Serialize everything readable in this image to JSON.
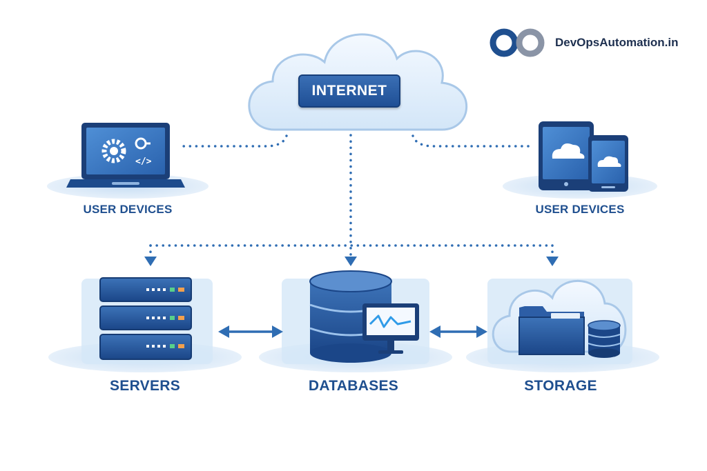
{
  "brand": {
    "name": "DevOpsAutomation.in",
    "logo_icon": "infinity-logo-icon",
    "colors": {
      "primary": "#1f4f8f",
      "secondary": "#8a94a6"
    }
  },
  "cloud": {
    "label": "INTERNET"
  },
  "nodes": {
    "user_devices_left": {
      "label": "USER DEVICES",
      "icon": "laptop-icon"
    },
    "user_devices_right": {
      "label": "USER DEVICES",
      "icon": "tablet-phone-icon"
    },
    "servers": {
      "label": "SERVERS",
      "icon": "server-rack-icon"
    },
    "databases": {
      "label": "DATABASES",
      "icon": "database-monitor-icon"
    },
    "storage": {
      "label": "STORAGE",
      "icon": "cloud-storage-icon"
    }
  },
  "connections": [
    {
      "from": "internet",
      "to": "user_devices_left",
      "style": "dotted"
    },
    {
      "from": "internet",
      "to": "user_devices_right",
      "style": "dotted"
    },
    {
      "from": "internet",
      "to": "databases",
      "style": "dotted-arrow"
    },
    {
      "from": "internet",
      "to": "servers",
      "style": "dotted-arrow"
    },
    {
      "from": "internet",
      "to": "storage",
      "style": "dotted-arrow"
    },
    {
      "from": "servers",
      "to": "databases",
      "style": "bidirectional-arrow"
    },
    {
      "from": "databases",
      "to": "storage",
      "style": "bidirectional-arrow"
    }
  ],
  "colors": {
    "accent": "#1f4f8f",
    "cloud_fill": "#e3effb",
    "platform": "#d6e8f8",
    "dotted_line": "#2f6db3"
  }
}
